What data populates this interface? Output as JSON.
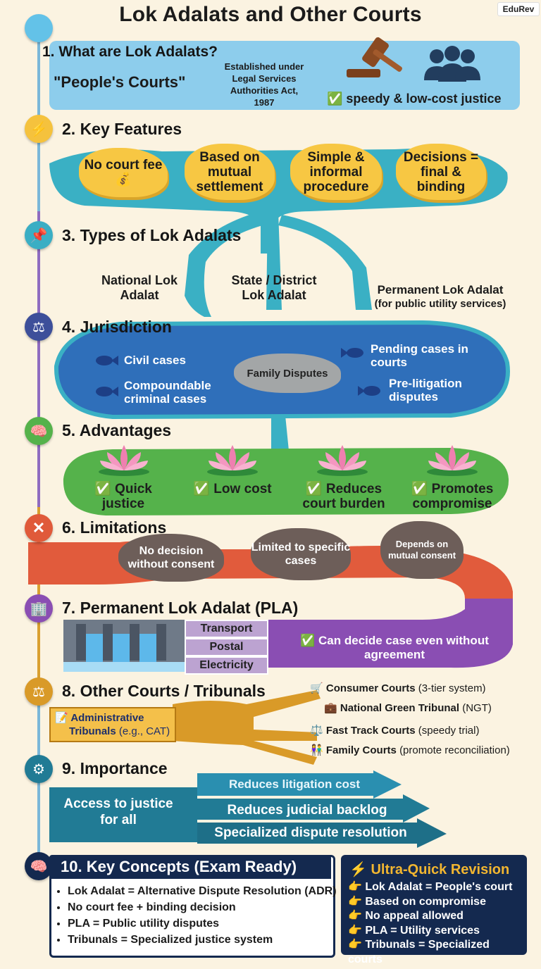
{
  "title": "Lok Adalats and Other Courts",
  "logo": "EduRev",
  "s1": {
    "heading": "1. What are Lok Adalats?",
    "peoples": "\"People's Courts\"",
    "established": "Established under Legal Services Authorities Act, 1987",
    "speedy": "✅ speedy & low-cost justice"
  },
  "s2": {
    "heading": "2. Key Features",
    "items": [
      "No court fee 💰",
      "Based on mutual settlement",
      "Simple & informal procedure",
      "Decisions = final & binding"
    ]
  },
  "s3": {
    "heading": "3. Types of Lok Adalats",
    "national": "National Lok Adalat",
    "state": "State / District Lok Adalat",
    "permanent": "Permanent Lok Adalat",
    "permanent_sub": "(for public utility services)"
  },
  "s4": {
    "heading": "4. Jurisdiction",
    "civil": "Civil cases",
    "compound": "Compoundable criminal cases",
    "family": "Family Disputes",
    "pending": "Pending cases in courts",
    "prelit": "Pre-litigation disputes"
  },
  "s5": {
    "heading": "5. Advantages",
    "items": [
      "✅ Quick justice",
      "✅ Low cost",
      "✅ Reduces court burden",
      "✅ Promotes compromise"
    ]
  },
  "s6": {
    "heading": "6. Limitations",
    "items": [
      "No decision without consent",
      "Limited to specific cases",
      "Depends on mutual consent"
    ]
  },
  "s7": {
    "heading": "7. Permanent Lok Adalat (PLA)",
    "services": [
      "Transport",
      "Postal",
      "Electricity"
    ],
    "note": "✅ Can decide case even without agreement"
  },
  "s8": {
    "heading": "8. Other Courts / Tribunals",
    "admin": "Administrative",
    "admin2": "Tribunals",
    "admin_eg": "(e.g., CAT)",
    "courts": [
      {
        "icon": "🛒",
        "name": "Consumer Courts",
        "desc": "(3-tier system)"
      },
      {
        "icon": "💼",
        "name": "National Green Tribunal",
        "desc": "(NGT)"
      },
      {
        "icon": "⚖️",
        "name": "Fast Track Courts",
        "desc": "(speedy trial)"
      },
      {
        "icon": "👫",
        "name": "Family Courts",
        "desc": "(promote reconciliation)"
      }
    ]
  },
  "s9": {
    "heading": "9. Importance",
    "access": "Access to justice for all",
    "arrows": [
      "Reduces litigation cost",
      "Reduces judicial backlog",
      "Specialized dispute resolution"
    ]
  },
  "s10": {
    "heading": "10. Key Concepts (Exam Ready)",
    "items": [
      "Lok Adalat = Alternative Dispute Resolution (ADR)",
      "No court fee + binding decision",
      "PLA = Public utility disputes",
      "Tribunals = Specialized justice system"
    ]
  },
  "revision": {
    "heading": "⚡ Ultra-Quick Revision",
    "items": [
      "👉 Lok Adalat = People's court",
      "👉 Based on compromise",
      "👉 No appeal allowed",
      "👉 PLA = Utility services",
      "👉 Tribunals = Specialized courts"
    ]
  },
  "colors": {
    "timeline_blue": "#63c2e8",
    "water": "#3aaec4",
    "pond": "#2c6fb8",
    "green": "#53b04b",
    "red": "#e05a3a",
    "purple": "#8b4fb2",
    "gold": "#d99a28",
    "teal": "#217b95",
    "navy": "#14294f"
  }
}
